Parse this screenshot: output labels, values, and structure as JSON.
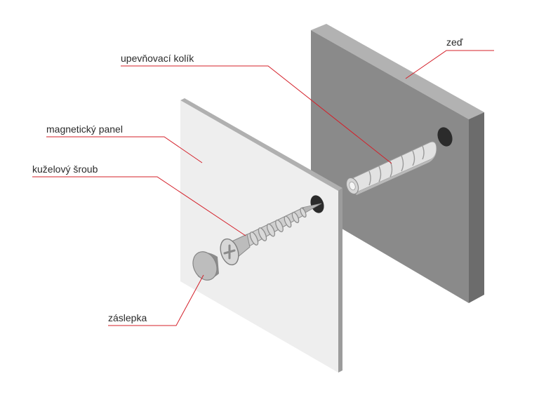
{
  "labels": {
    "wall": "zeď",
    "dowel": "upevňovací kolík",
    "panel": "magnetický panel",
    "screw": "kuželový šroub",
    "cap": "záslepka"
  },
  "colors": {
    "leader_line": "#d4202a",
    "wall_front": "#8a8a8a",
    "wall_top": "#b2b2b2",
    "wall_side": "#6c6c6c",
    "panel_front": "#eeeeee",
    "panel_edge": "#a9a9a9",
    "hole": "#2b2b2b",
    "metal": "#c9c9c9",
    "metal_dark": "#8e8e8e"
  },
  "icons": {
    "screw": "countersunk-screw-icon",
    "dowel": "wall-plug-icon",
    "cap": "screw-cap-icon"
  }
}
